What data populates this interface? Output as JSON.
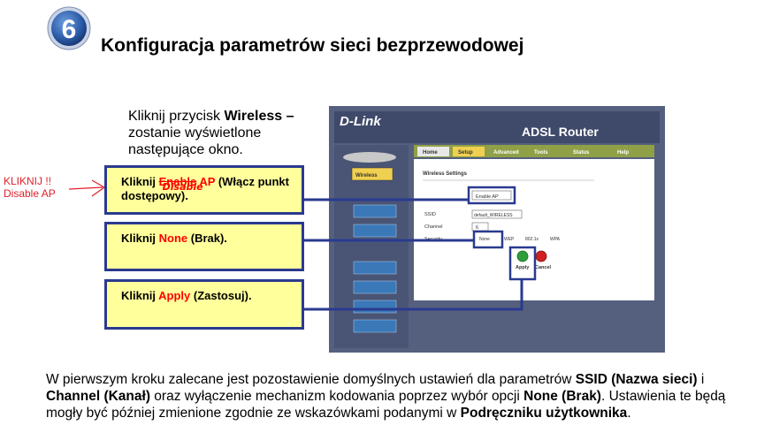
{
  "step": {
    "number": "6"
  },
  "title": "Konfiguracja parametrów sieci bezprzewodowej",
  "intro": {
    "text_before": "Kliknij przycisk ",
    "bold": "Wireless –",
    "text_after": " zostanie wyświetlone następujące okno."
  },
  "handwritten_note": {
    "line1": "KLIKNIJ !!",
    "line2": "Disable AP"
  },
  "callouts": [
    {
      "prefix": "Kliknij ",
      "crossed_word": "Enable",
      "overwritten_word": "Disable",
      "keyword": " AP",
      "suffix": " (Włącz punkt dostępowy)."
    },
    {
      "prefix": "Kliknij ",
      "keyword": "None",
      "suffix": " (Brak)."
    },
    {
      "prefix": "Kliknij ",
      "keyword": "Apply",
      "suffix": " (Zastosuj)."
    }
  ],
  "router_screen": {
    "brand": "D-Link",
    "product": "ADSL Router",
    "tabs": [
      "Home",
      "Setup",
      "Advanced",
      "Tools",
      "Status",
      "Help"
    ],
    "section_title": "Wireless Settings",
    "enable_ap": "Enable AP",
    "ssid_label": "SSID",
    "ssid_value": "default_WIRELESS",
    "channel_label": "Channel",
    "channel_value": "6",
    "security_label": "Security",
    "security_options": [
      "None",
      "WEP",
      "802.1x",
      "WPA"
    ],
    "apply_label": "Apply",
    "cancel_label": "Cancel",
    "sidebar_item": "Wireless"
  },
  "body_text": {
    "p1": "W pierwszym kroku zalecane jest pozostawienie domyślnych ustawień dla parametrów ",
    "b1": "SSID (Nazwa sieci)",
    "p2": " i ",
    "b2": "Channel (Kanał)",
    "p3": " oraz wyłączenie mechanizm kodowania poprzez wybór opcji ",
    "b3": "None (Brak)",
    "p4": ". Ustawienia te będą mogły być później zmienione zgodnie ze wskazówkami podanymi w ",
    "b4": "Podręczniku użytkownika",
    "p5": "."
  },
  "colors": {
    "callout_bg": "#ffff9c",
    "callout_border": "#2a3a8f",
    "accent_red": "#ff0000",
    "badge_blue": "#2b5ba8"
  }
}
